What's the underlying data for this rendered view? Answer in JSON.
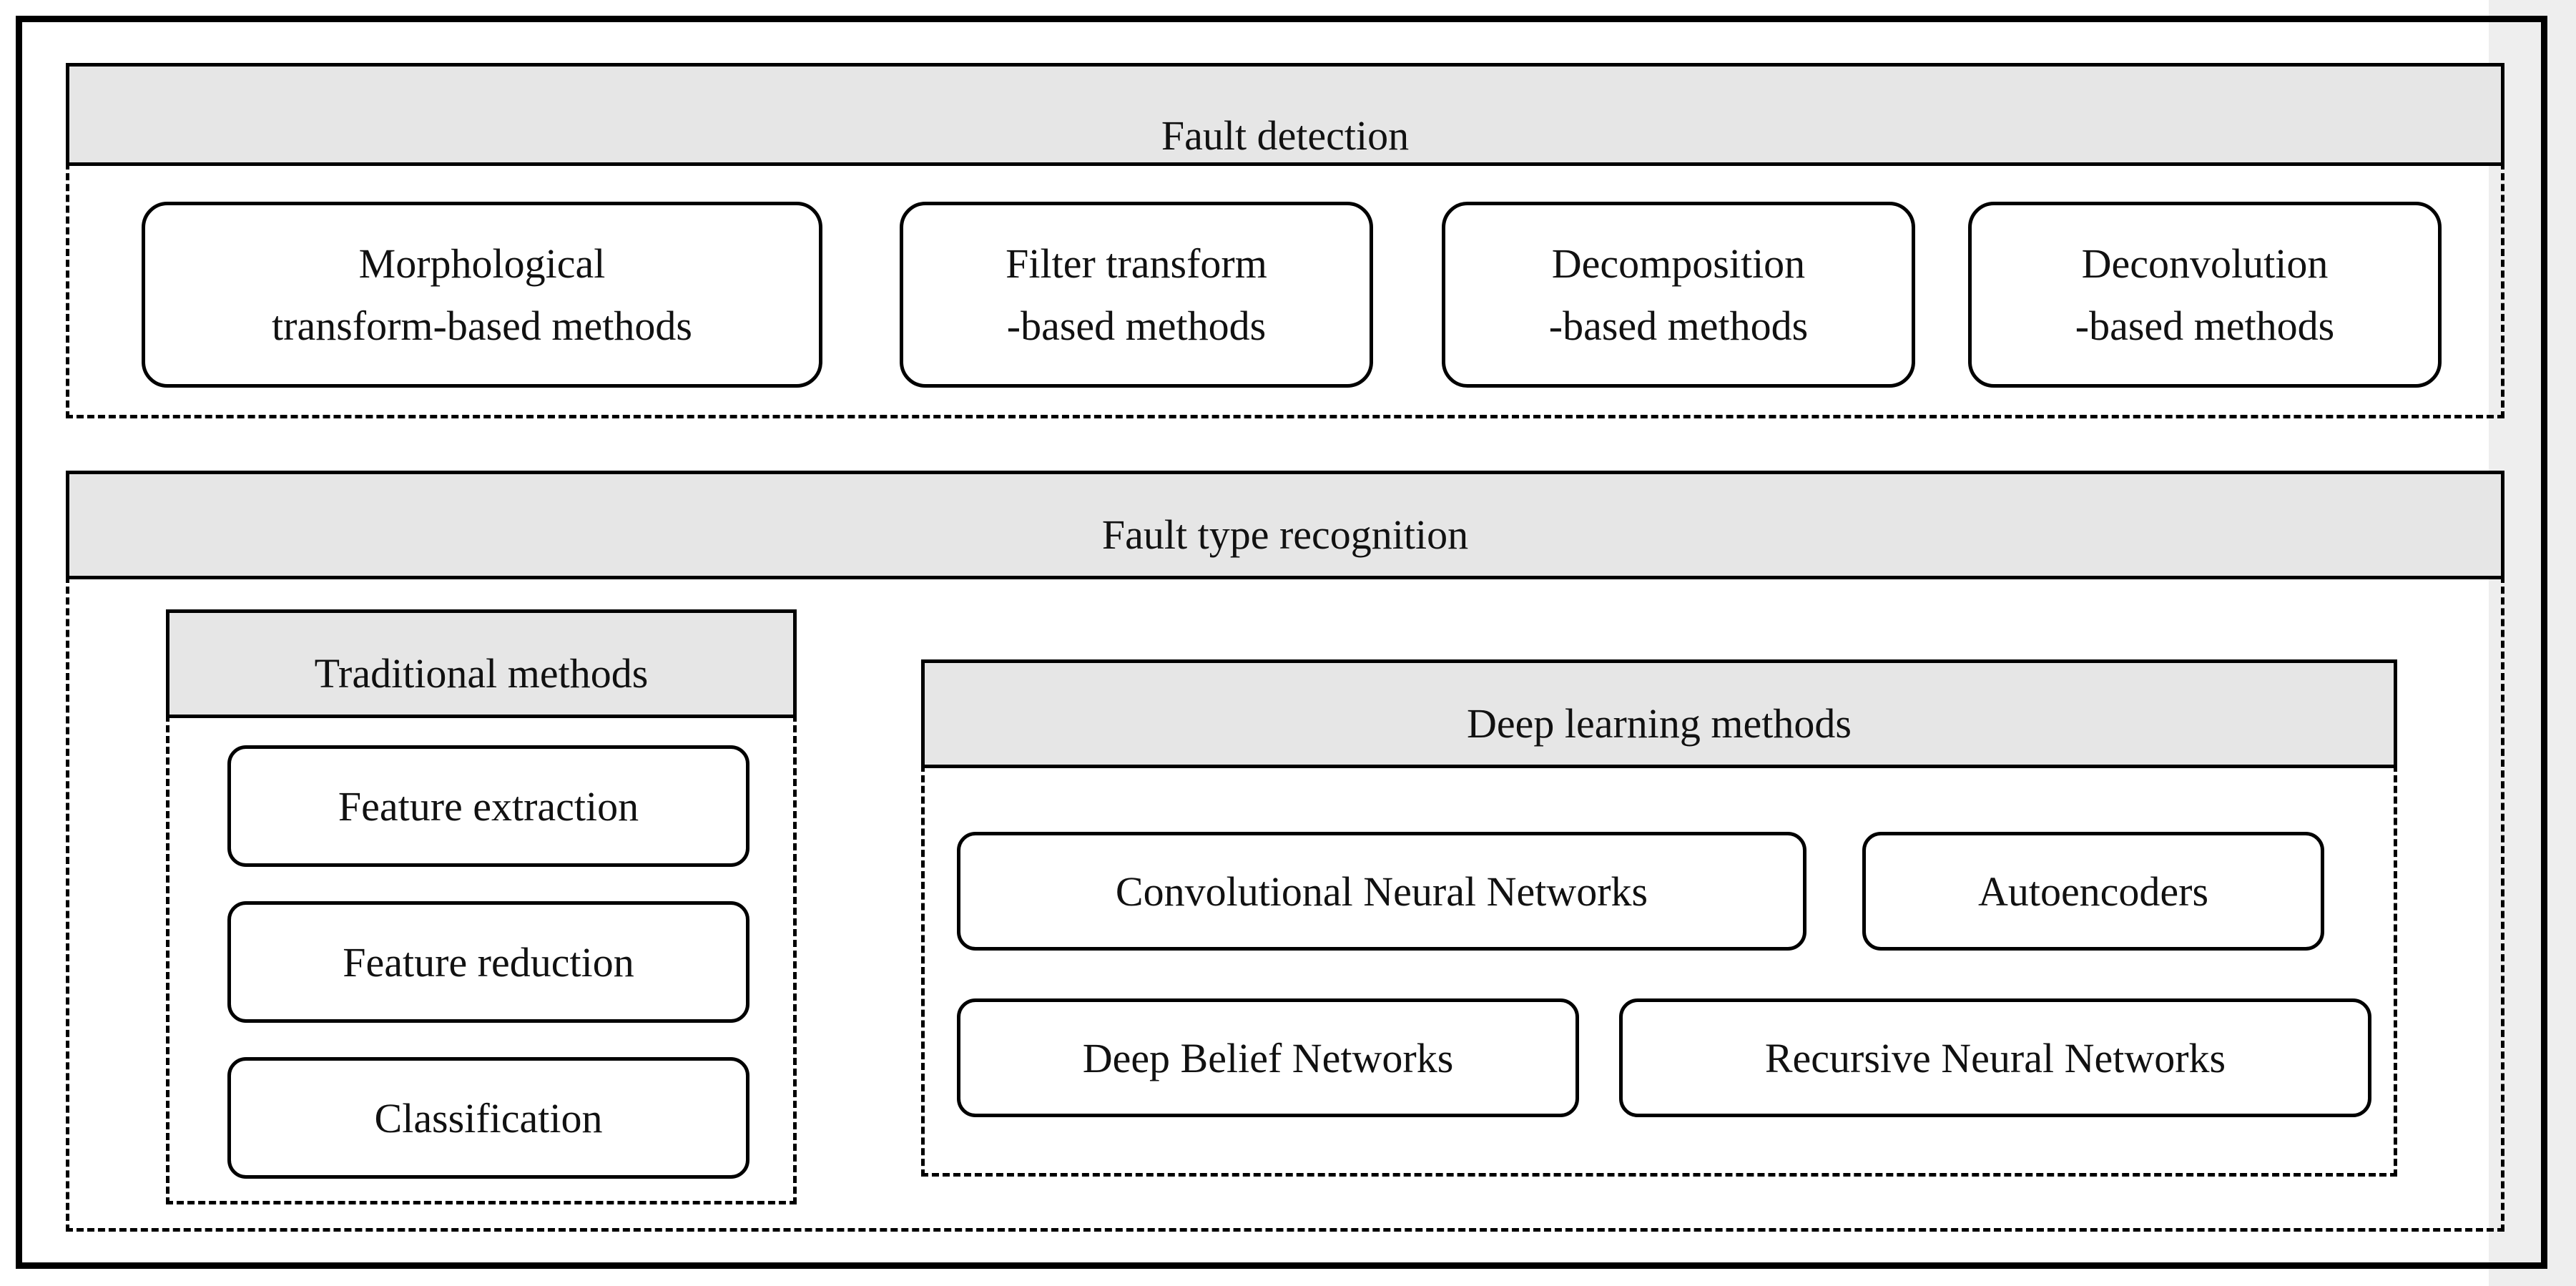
{
  "fault_detection": {
    "title": "Fault detection",
    "methods": [
      {
        "line1": "Morphological",
        "line2": "transform-based methods"
      },
      {
        "line1": "Filter transform",
        "line2": "-based methods"
      },
      {
        "line1": "Decomposition",
        "line2": "-based methods"
      },
      {
        "line1": "Deconvolution",
        "line2": "-based methods"
      }
    ]
  },
  "fault_type_recognition": {
    "title": "Fault type recognition",
    "traditional": {
      "title": "Traditional methods",
      "items": [
        "Feature extraction",
        "Feature reduction",
        "Classification"
      ]
    },
    "deep_learning": {
      "title": "Deep learning methods",
      "items": [
        "Convolutional Neural Networks",
        "Autoencoders",
        "Deep Belief Networks",
        "Recursive Neural Networks"
      ]
    }
  }
}
